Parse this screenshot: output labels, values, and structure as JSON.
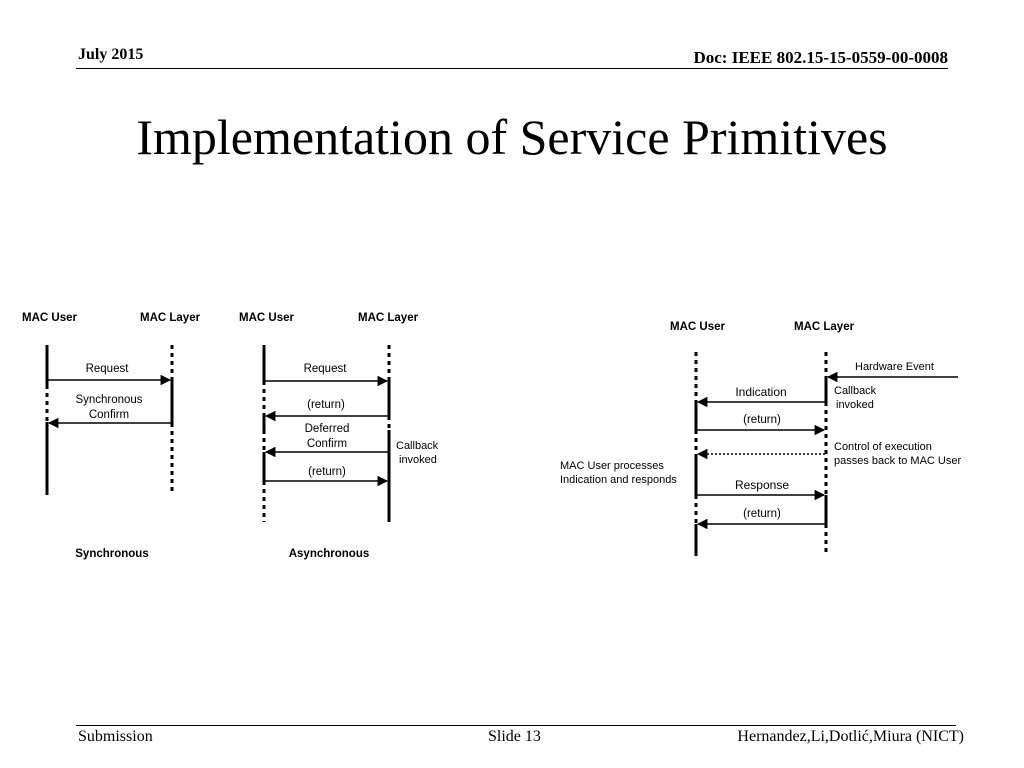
{
  "header": {
    "date": "July 2015",
    "doc": "Doc: IEEE 802.15-15-0559-00-0008"
  },
  "title": "Implementation of Service Primitives",
  "diagram_sync": {
    "mac_user": "MAC User",
    "mac_layer": "MAC Layer",
    "request": "Request",
    "confirm_line1": "Synchronous",
    "confirm_line2": "Confirm",
    "caption": "Synchronous"
  },
  "diagram_async": {
    "mac_user": "MAC User",
    "mac_layer": "MAC Layer",
    "request": "Request",
    "return1": "(return)",
    "deferred_line1": "Deferred",
    "deferred_line2": "Confirm",
    "callback_line1": "Callback",
    "callback_line2": "invoked",
    "return2": "(return)",
    "caption": "Asynchronous"
  },
  "diagram_indication": {
    "mac_user": "MAC User",
    "mac_layer": "MAC Layer",
    "hardware_event": "Hardware Event",
    "indication": "Indication",
    "callback_line1": "Callback",
    "callback_line2": "invoked",
    "return1": "(return)",
    "control_line1": "Control of execution",
    "control_line2": "passes back to MAC User",
    "processes_line1": "MAC User processes",
    "processes_line2": "Indication and responds",
    "response": "Response",
    "return2": "(return)"
  },
  "footer": {
    "left": "Submission",
    "center": "Slide 13",
    "right": "Hernandez,Li,Dotlić,Miura (NICT)"
  }
}
